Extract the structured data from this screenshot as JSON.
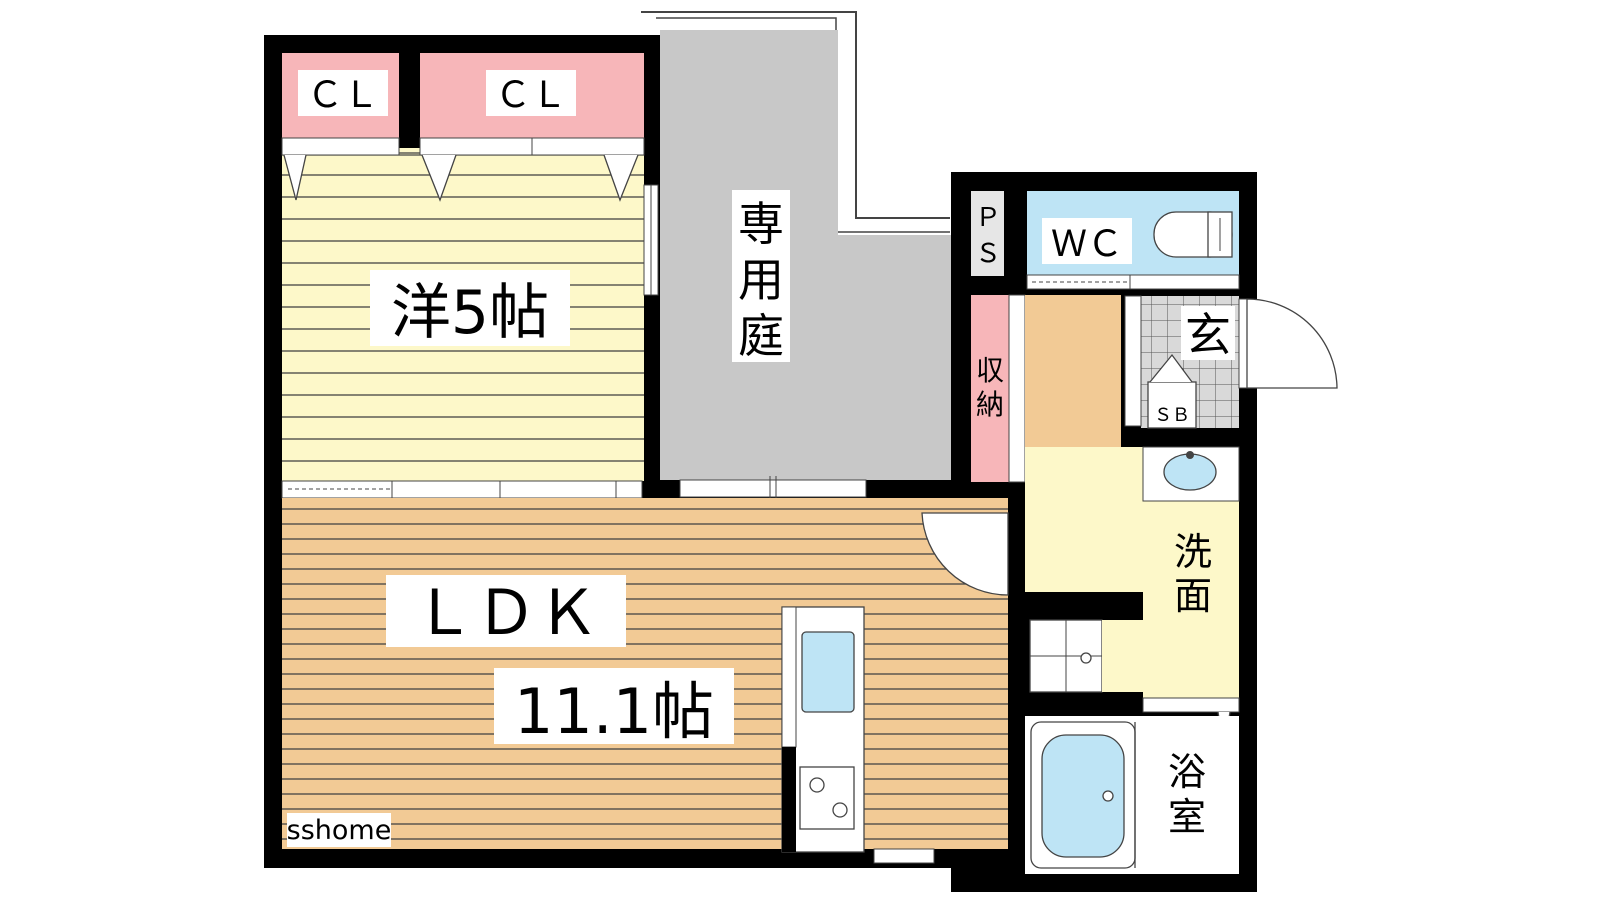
{
  "rooms": {
    "western_room": "洋5帖",
    "cl_left": "ＣＬ",
    "cl_right": "ＣＬ",
    "garden": [
      "専",
      "用",
      "庭"
    ],
    "ps": [
      "Ｐ",
      "Ｓ"
    ],
    "wc": "ＷＣ",
    "entrance": "玄",
    "storage": [
      "収",
      "納"
    ],
    "shoe_box": "ＳＢ",
    "washroom": [
      "洗",
      "面"
    ],
    "ldk_label": "ＬＤＫ",
    "ldk_size": "11.1帖",
    "bathroom": [
      "浴",
      "室"
    ]
  },
  "watermark": "sshome",
  "colors": {
    "wall": "#000000",
    "closet": "#f7b6b9",
    "western_floor": "#fdf8c9",
    "ldk_floor": "#f2ca95",
    "garden": "#c8c8c8",
    "wc": "#bee4f5",
    "hall": "#f2ca95",
    "washroom": "#fdf8c9",
    "fixture": "#bee4f5"
  }
}
